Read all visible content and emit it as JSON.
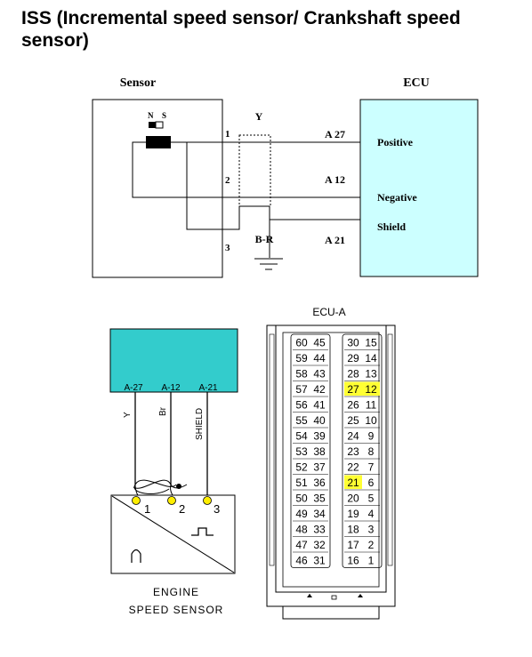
{
  "title": "ISS (Incremental speed sensor/ Crankshaft speed sensor)",
  "wiring": {
    "sensor_header": "Sensor",
    "ecu_header": "ECU",
    "magnet_n": "N",
    "magnet_s": "S",
    "pins": [
      "1",
      "2",
      "3"
    ],
    "wire_colors": {
      "signal_pos": "Y",
      "shield": "B-R"
    },
    "ecu_pins": [
      "A 27",
      "A 12",
      "A 21"
    ],
    "ecu_labels": {
      "positive": "Positive",
      "negative": "Negative",
      "shield": "Shield"
    },
    "ecu_fill": "#ccffff"
  },
  "connector": {
    "box_labels": [
      "A-27",
      "A-12",
      "A-21"
    ],
    "wire_labels": [
      "Y",
      "Br",
      "SHIELD"
    ],
    "sensor_pins": [
      "1",
      "2",
      "3"
    ],
    "sensor_name_line1": "ENGINE",
    "sensor_name_line2": "SPEED SENSOR",
    "box_fill": "#33cccc",
    "pin_dot_color": "#ffee00"
  },
  "ecu_connector": {
    "title": "ECU-A",
    "left_rows": [
      [
        "60",
        "45"
      ],
      [
        "59",
        "44"
      ],
      [
        "58",
        "43"
      ],
      [
        "57",
        "42"
      ],
      [
        "56",
        "41"
      ],
      [
        "55",
        "40"
      ],
      [
        "54",
        "39"
      ],
      [
        "53",
        "38"
      ],
      [
        "52",
        "37"
      ],
      [
        "51",
        "36"
      ],
      [
        "50",
        "35"
      ],
      [
        "49",
        "34"
      ],
      [
        "48",
        "33"
      ],
      [
        "47",
        "32"
      ],
      [
        "46",
        "31"
      ]
    ],
    "right_rows": [
      [
        "30",
        "15"
      ],
      [
        "29",
        "14"
      ],
      [
        "28",
        "13"
      ],
      [
        "27",
        "12"
      ],
      [
        "26",
        "11"
      ],
      [
        "25",
        "10"
      ],
      [
        "24",
        "9"
      ],
      [
        "23",
        "8"
      ],
      [
        "22",
        "7"
      ],
      [
        "21",
        "6"
      ],
      [
        "20",
        "5"
      ],
      [
        "19",
        "4"
      ],
      [
        "18",
        "3"
      ],
      [
        "17",
        "2"
      ],
      [
        "16",
        "1"
      ]
    ],
    "highlighted": [
      "27",
      "12",
      "21"
    ],
    "highlight_color": "#ffff33"
  }
}
